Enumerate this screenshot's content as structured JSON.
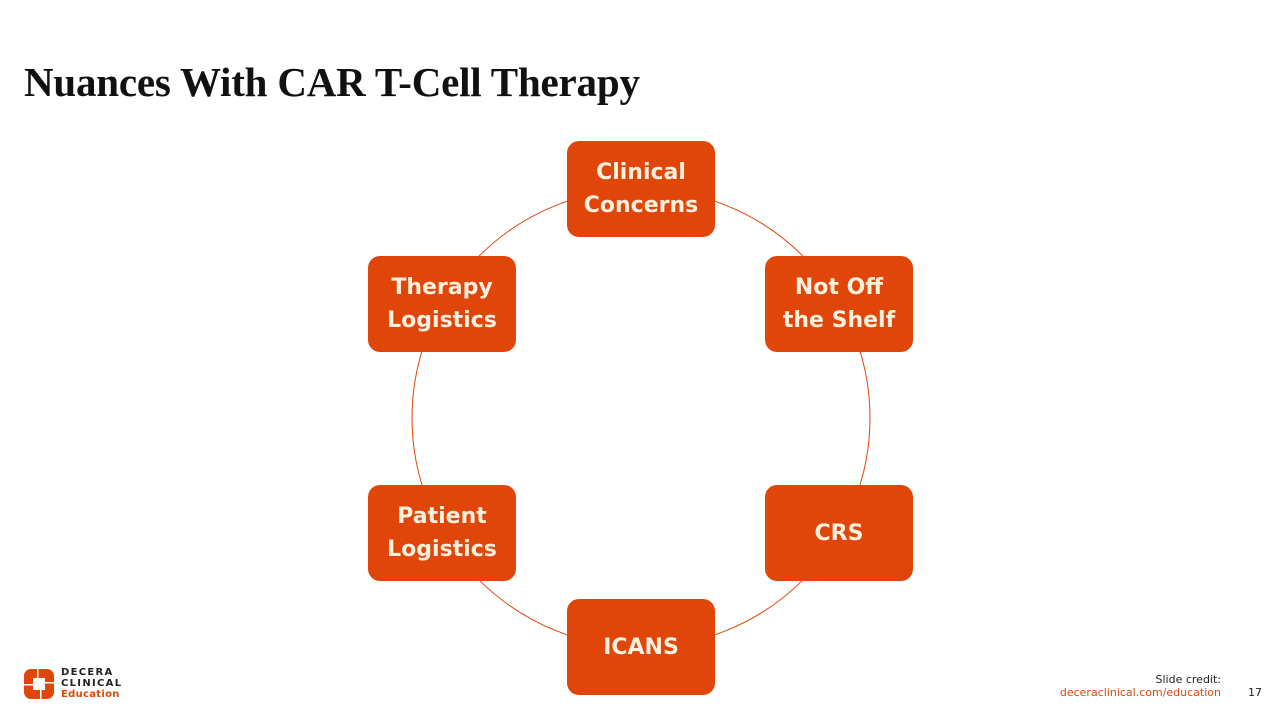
{
  "slide": {
    "title": "Nuances With CAR T-Cell Therapy",
    "page_number": "17"
  },
  "diagram": {
    "type": "cycle",
    "accent_color": "#e0460a",
    "text_color": "#fdf0dc",
    "nodes": [
      {
        "id": "clinical-concerns",
        "lines": [
          "Clinical",
          "Concerns"
        ]
      },
      {
        "id": "not-off-the-shelf",
        "lines": [
          "Not Off",
          "the Shelf"
        ]
      },
      {
        "id": "crs",
        "lines": [
          "CRS"
        ]
      },
      {
        "id": "icans",
        "lines": [
          "ICANS"
        ]
      },
      {
        "id": "patient-logistics",
        "lines": [
          "Patient",
          "Logistics"
        ]
      },
      {
        "id": "therapy-logistics",
        "lines": [
          "Therapy",
          "Logistics"
        ]
      }
    ]
  },
  "footer": {
    "logo": {
      "line1": "DECERA",
      "line2": "CLINICAL",
      "line3": "Education"
    },
    "credit_label": "Slide credit:",
    "credit_url": "deceraclinical.com/education"
  }
}
